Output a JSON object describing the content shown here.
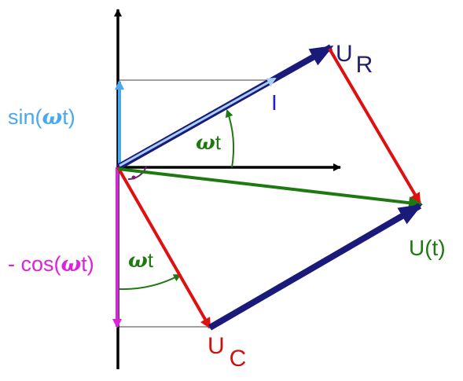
{
  "labels": {
    "sin_prefix": "sin(",
    "sin_omega": "ω",
    "sin_suffix": "t)",
    "cos_prefix": "- cos(",
    "cos_omega": "ω",
    "cos_suffix": "t)",
    "wt_upper_omega": "ω",
    "wt_upper_t": "t",
    "wt_lower_omega": "ω",
    "wt_lower_t": "t",
    "current": "I",
    "ur_main": "U",
    "ur_sub": "R",
    "uc_main": "U",
    "uc_sub": "C",
    "ut": "U(t)"
  },
  "colors": {
    "axis": "#000000",
    "sine_projection": "#4aa8ee",
    "cosine_projection": "#e020e0",
    "current_vector": "#a8d0f0",
    "phasor_voltage": "#1a1a7a",
    "voltage_difference": "#e01010",
    "total_voltage": "#1e7a10",
    "guide_line": "#a0a0a0",
    "right_angle_mark": "#7a1a7a",
    "label_blue": "#2020d0",
    "label_navy": "#20207a",
    "label_red": "#d01010",
    "label_green": "#1e7a10"
  }
}
